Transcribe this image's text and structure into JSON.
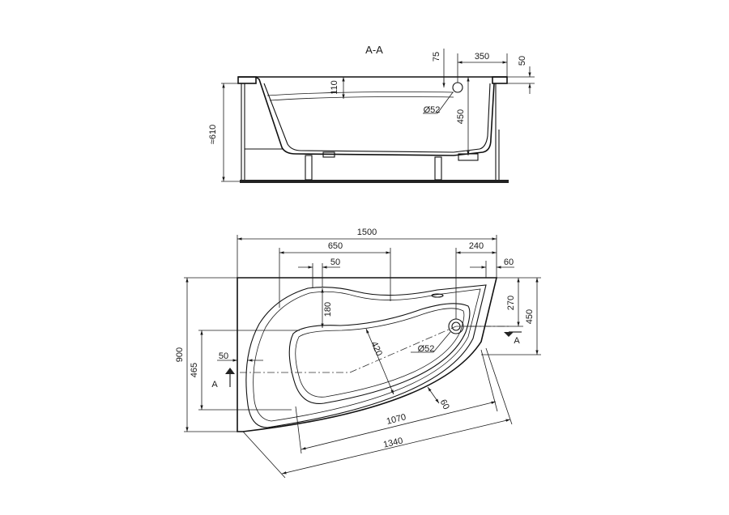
{
  "section_view": {
    "title": "A-A",
    "dims": {
      "total_height": "≈610",
      "rim_depth": "110",
      "overflow_top": "75",
      "overflow_offset": "350",
      "rim_height": "50",
      "drain_depth": "450",
      "overflow_diameter": "Ø52"
    }
  },
  "plan_view": {
    "dims": {
      "overall_length": "1500",
      "headrest_span": "650",
      "headrest_step": "50",
      "drain_offset": "240",
      "corner_offset": "60",
      "headrest_depth": "180",
      "inner_width": "420",
      "drain_diameter": "Ø52",
      "left_offset": "50",
      "overall_width": "900",
      "left_height": "465",
      "right_height": "270",
      "right_width": "450",
      "rim_60": "60",
      "inner_length": "1070",
      "outer_diagonal": "1340"
    },
    "section_marker": "A"
  }
}
